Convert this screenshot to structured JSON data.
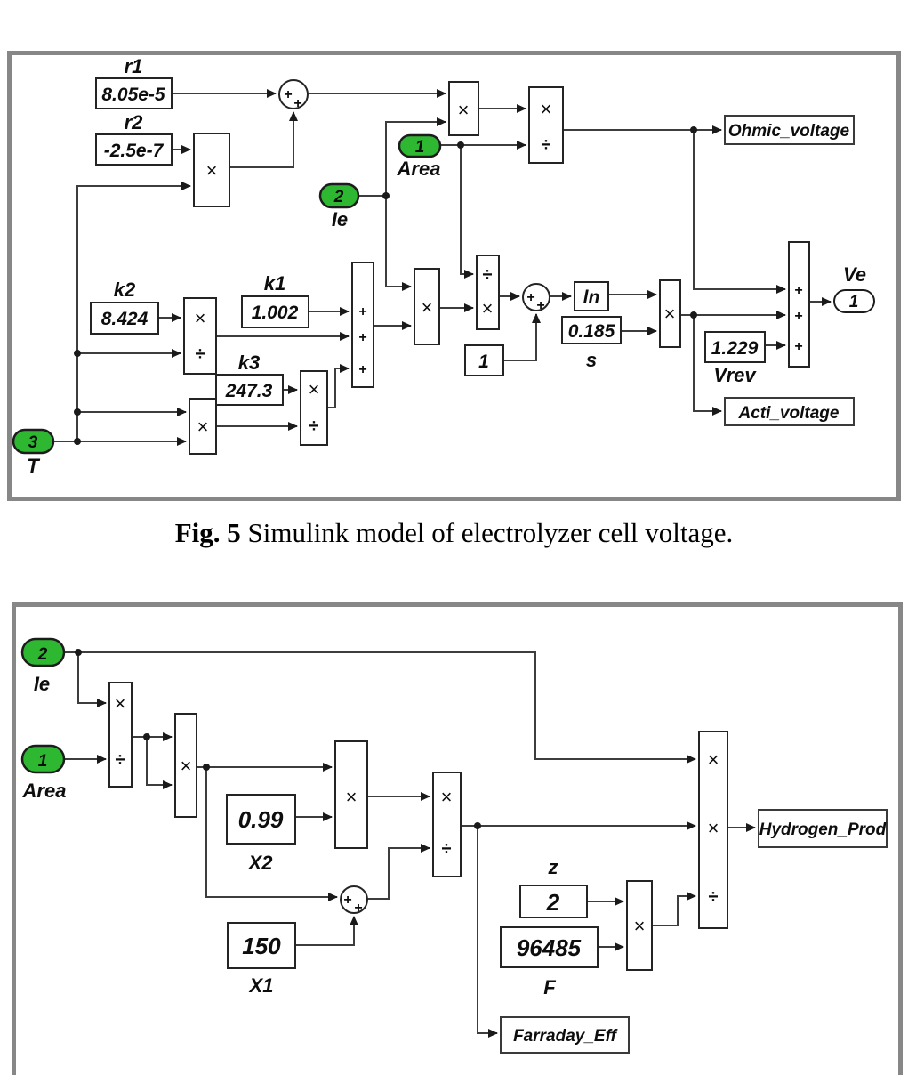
{
  "caption": {
    "prefix": "Fig. 5",
    "rest": " Simulink model of electrolyzer cell voltage."
  },
  "sym": {
    "mul": "×",
    "div": "÷",
    "plus": "+"
  },
  "d1": {
    "r1_label": "r1",
    "r1_value": "8.05e-5",
    "r2_label": "r2",
    "r2_value": "-2.5e-7",
    "k2_label": "k2",
    "k2_value": "8.424",
    "k1_label": "k1",
    "k1_value": "1.002",
    "k3_label": "k3",
    "k3_value": "247.3",
    "one_value": "1",
    "s_label": "s",
    "s_value": "0.185",
    "vrev_label": "Vrev",
    "vrev_value": "1.229",
    "ln_label": "ln",
    "port_area_num": "1",
    "port_area_label": "Area",
    "port_ie_num": "2",
    "port_ie_label": "Ie",
    "port_t_num": "3",
    "port_t_label": "T",
    "outport_num": "1",
    "outport_label": "Ve",
    "goto_ohmic": "Ohmic_voltage",
    "goto_acti": "Acti_voltage"
  },
  "d2": {
    "port_ie_num": "2",
    "port_ie_label": "Ie",
    "port_area_num": "1",
    "port_area_label": "Area",
    "x2_label": "X2",
    "x2_value": "0.99",
    "x1_label": "X1",
    "x1_value": "150",
    "z_label": "z",
    "z_value": "2",
    "f_label": "F",
    "f_value": "96485",
    "goto_hydrogen": "Hydrogen_Prod",
    "goto_farraday": "Farraday_Eff"
  }
}
